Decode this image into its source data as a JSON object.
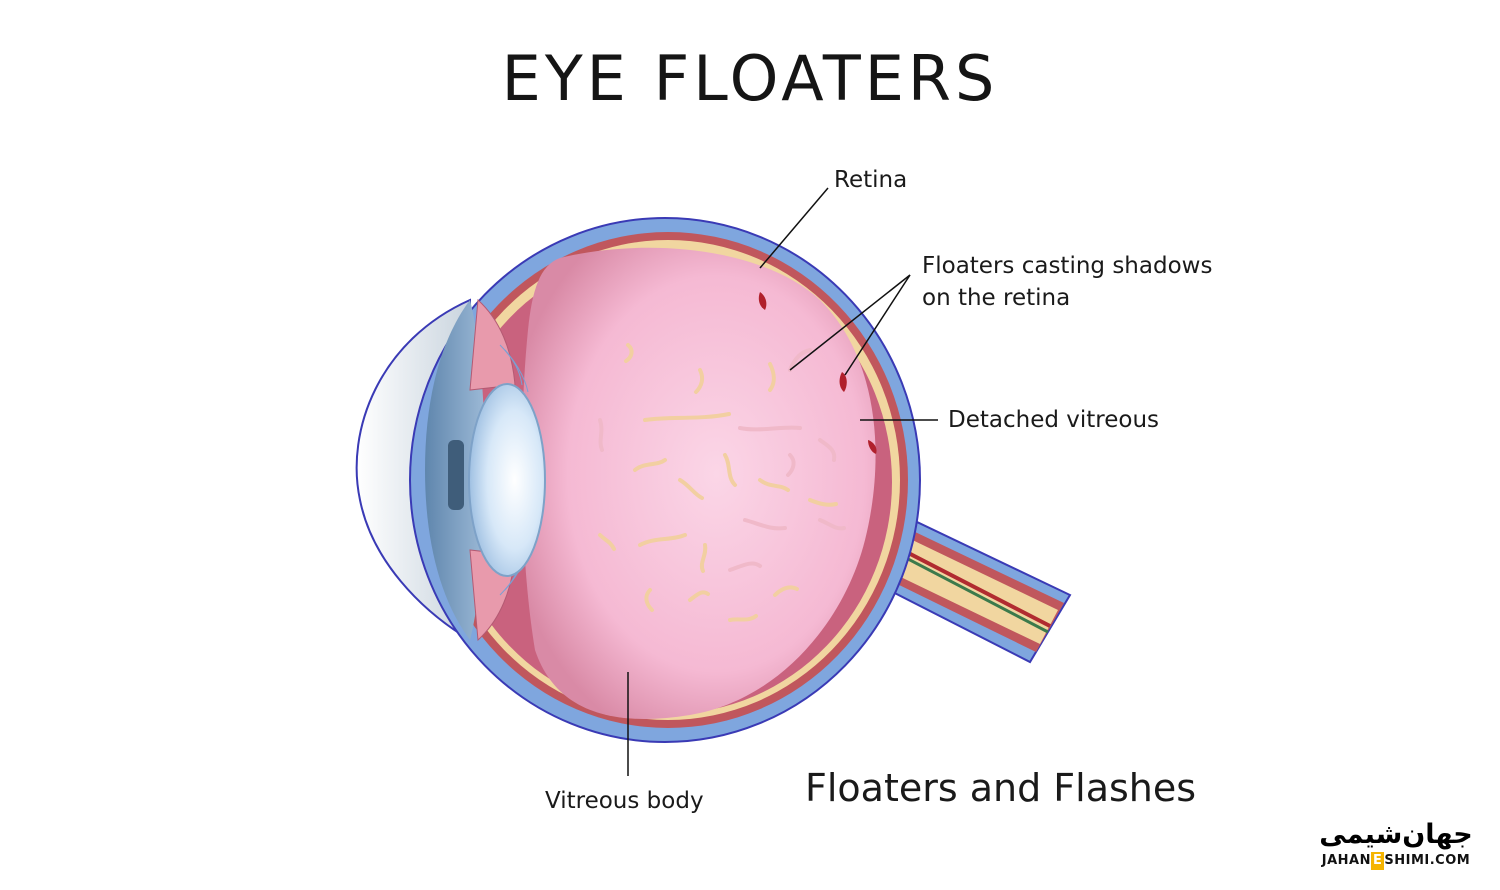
{
  "title": "EYE FLOATERS",
  "labels": {
    "retina": "Retina",
    "floaters_line1": "Floaters casting shadows",
    "floaters_line2": "on the retina",
    "detached": "Detached vitreous",
    "vitreous_body": "Vitreous body"
  },
  "subtitle": "Floaters and Flashes",
  "logo": {
    "script": "جهان‌شیمی",
    "text_pre": "JAHAN",
    "text_e": "E",
    "text_post": "SHIMI.COM"
  },
  "colors": {
    "sclera": "#7fa6de",
    "choroid": "#c0575d",
    "retina": "#f1d6a0",
    "vitreous": "#f7bdd6",
    "floater": "#f2cfa1",
    "lens": "#d6e8f7",
    "cornea": "#f0f3f7"
  }
}
